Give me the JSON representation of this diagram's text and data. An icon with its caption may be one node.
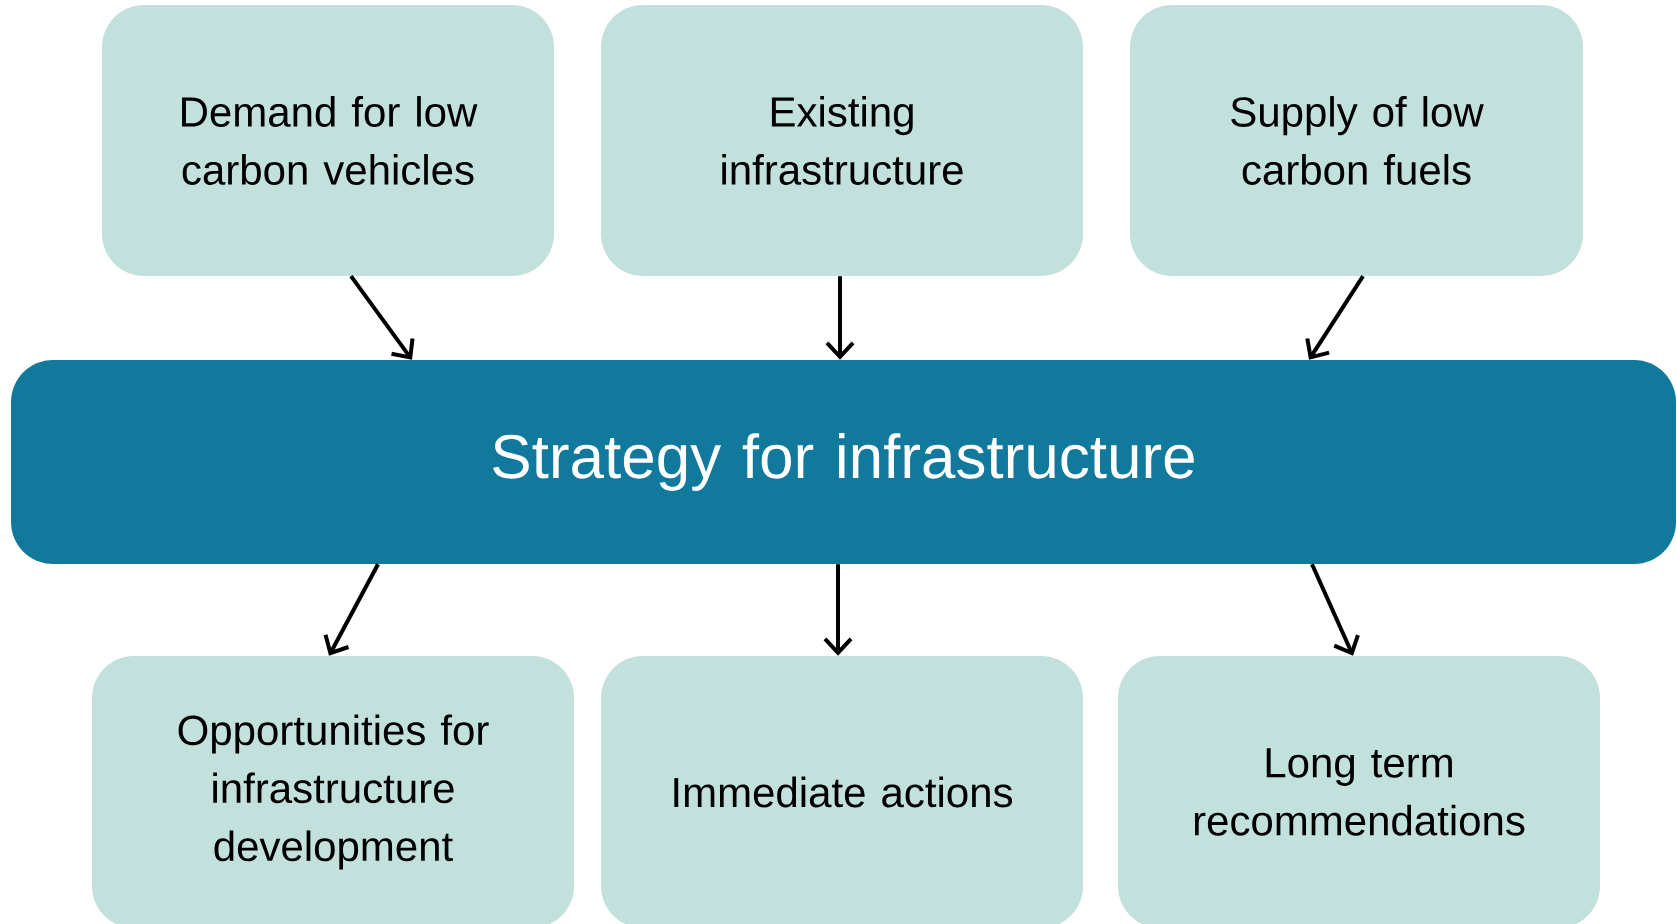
{
  "diagram": {
    "nodes": [
      {
        "text": [
          "Demand for low carbon vehicles"
        ]
      },
      {
        "text": [
          "Existing infrastructure"
        ]
      },
      {
        "text": [
          "Supply of low carbon fuels"
        ]
      },
      {
        "text": [
          "Strategy for infrastructure"
        ]
      },
      {
        "text": [
          "Opportunities for infrastructure development"
        ]
      },
      {
        "text": [
          "Immediate actions"
        ]
      },
      {
        "text": [
          "Long term recommendations"
        ]
      }
    ],
    "edges": [
      {
        "from": 0,
        "to": 3,
        "arrow": "to"
      },
      {
        "from": 1,
        "to": 3,
        "arrow": "to"
      },
      {
        "from": 2,
        "to": 3,
        "arrow": "to"
      },
      {
        "from": 3,
        "to": 4,
        "arrow": "to"
      },
      {
        "from": 3,
        "to": 5,
        "arrow": "to"
      },
      {
        "from": 3,
        "to": 6,
        "arrow": "to"
      }
    ]
  }
}
